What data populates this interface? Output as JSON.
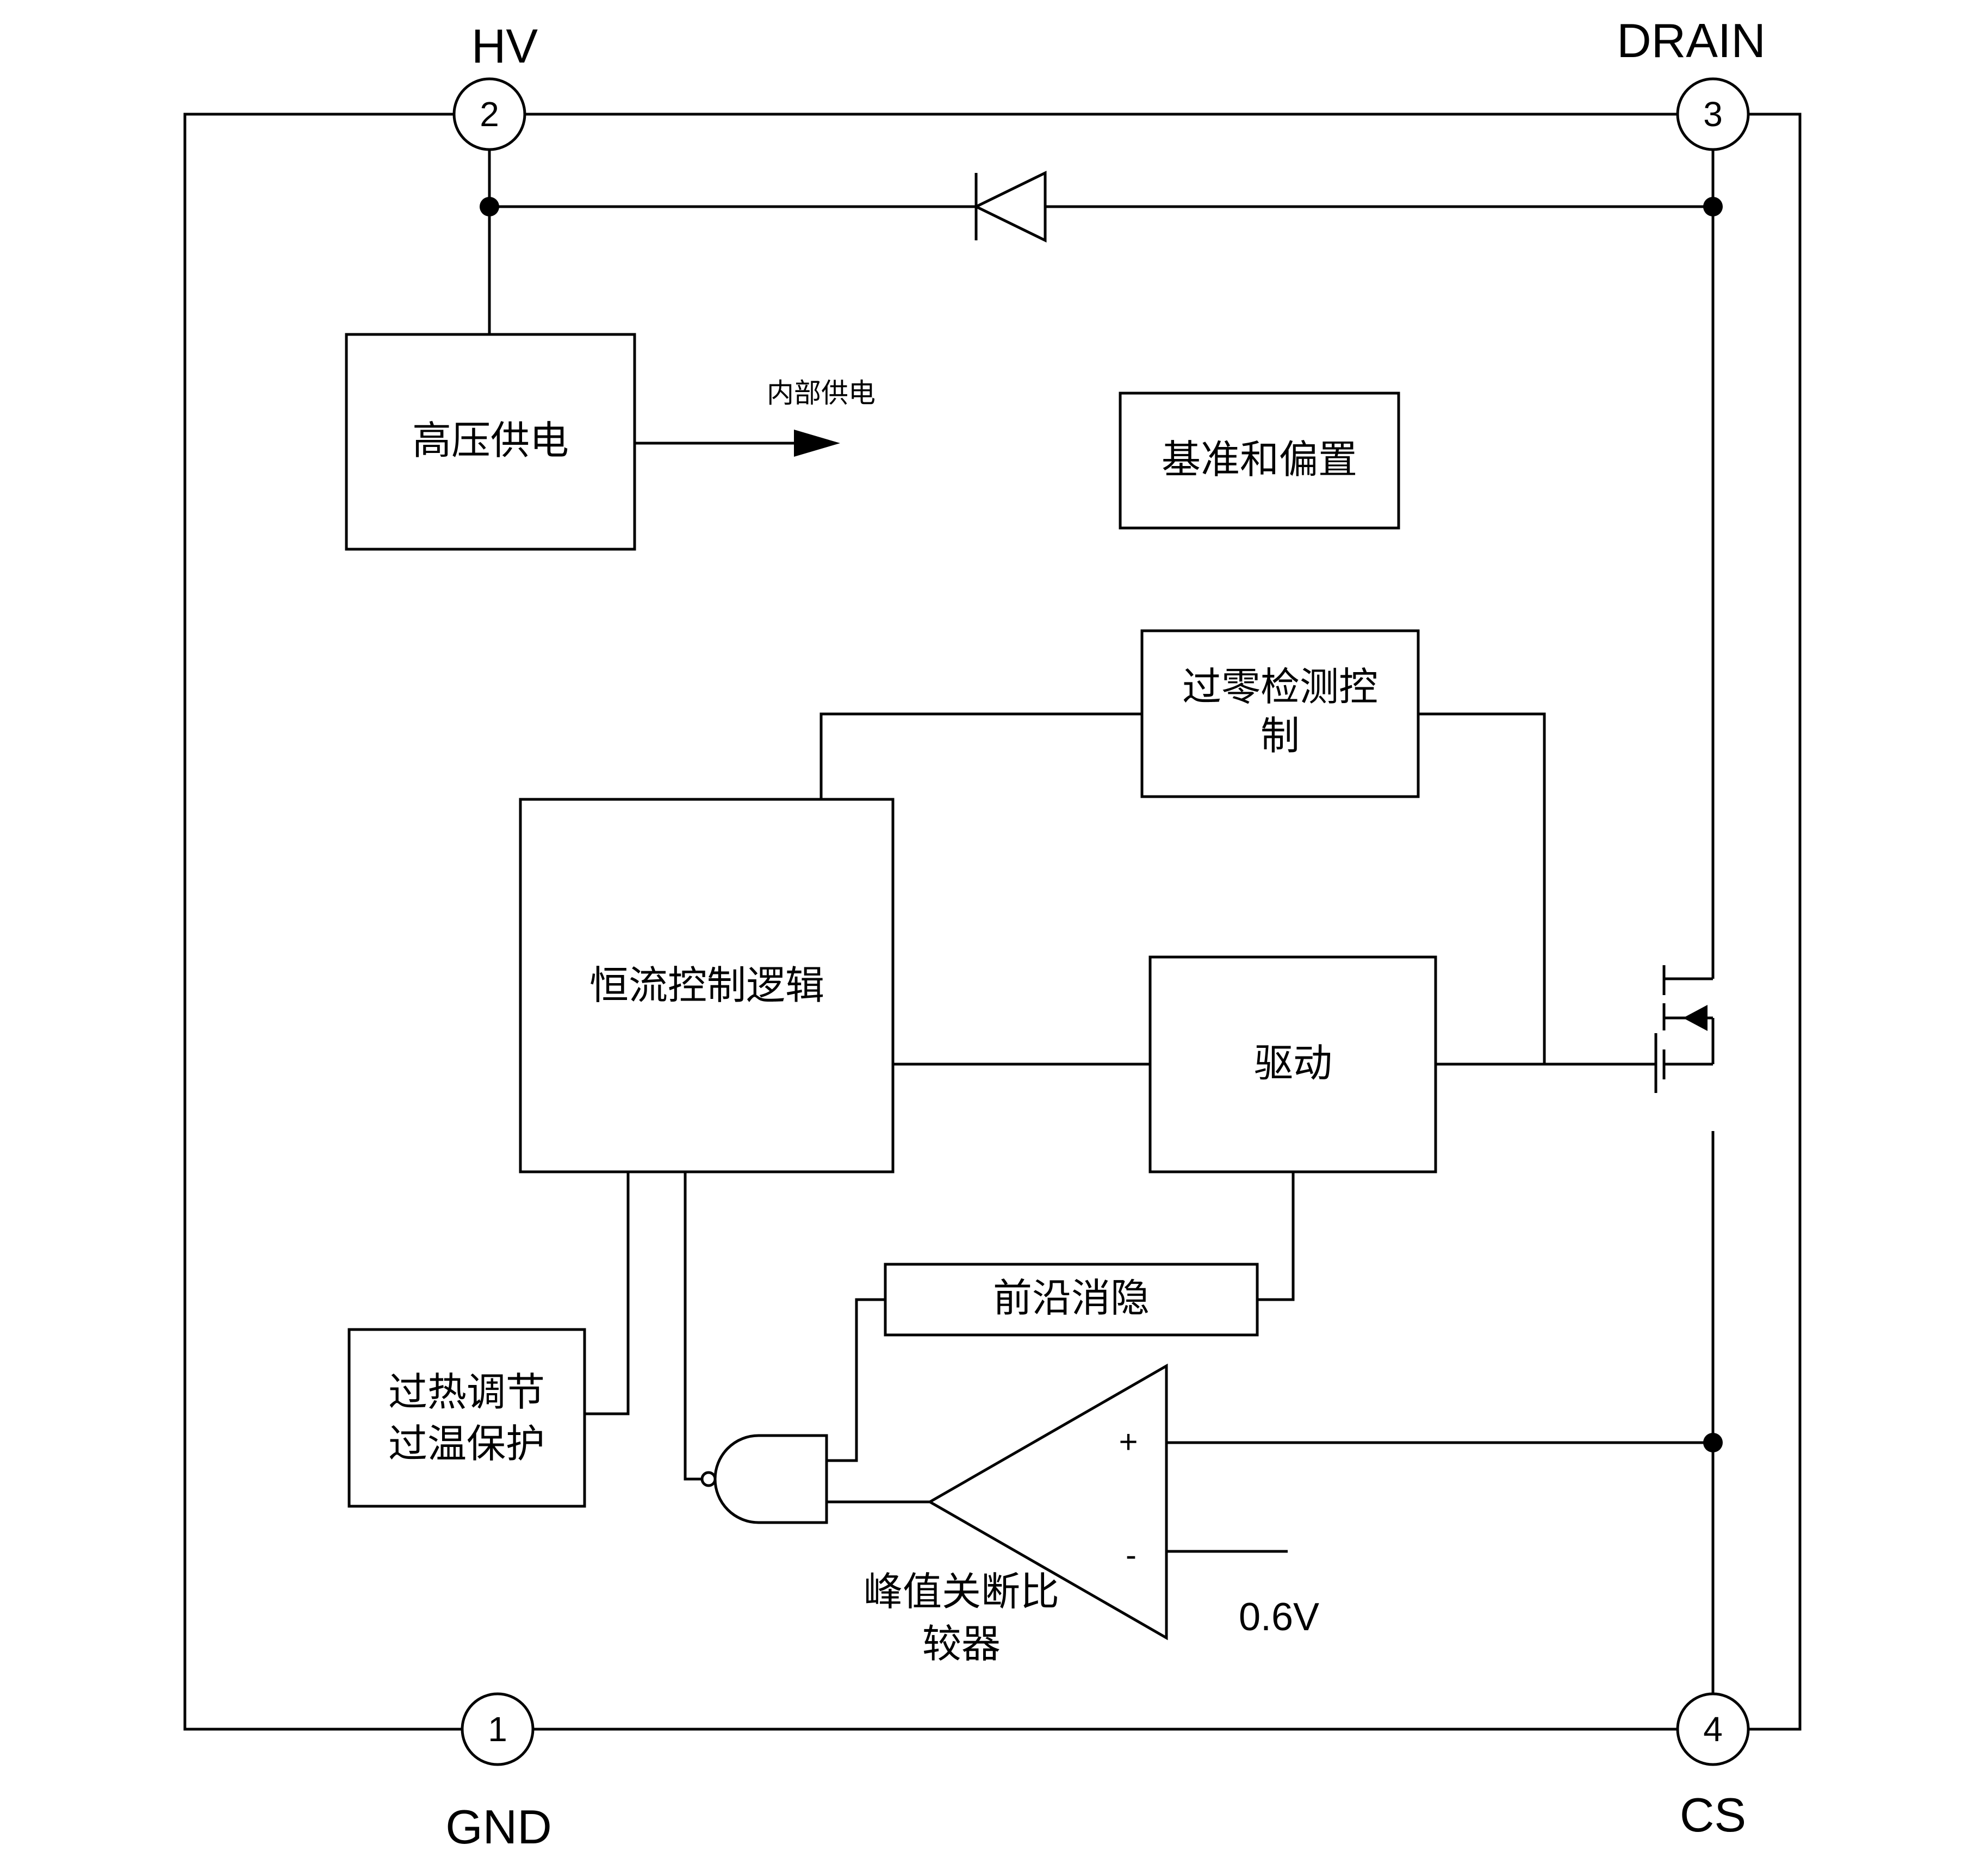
{
  "pins": {
    "hv": {
      "number": "2",
      "name": "HV"
    },
    "drain": {
      "number": "3",
      "name": "DRAIN"
    },
    "gnd": {
      "number": "1",
      "name": "GND"
    },
    "cs": {
      "number": "4",
      "name": "CS"
    }
  },
  "blocks": {
    "hv_supply": "高压供电",
    "internal_supply": "内部供电",
    "reference_bias": "基准和偏置",
    "zero_cross_line1": "过零检测控",
    "zero_cross_line2": "制",
    "cc_logic": "恒流控制逻辑",
    "driver": "驱动",
    "leb": "前沿消隐",
    "otp_line1": "过热调节",
    "otp_line2": "过温保护",
    "comparator_line1": "峰值关断比",
    "comparator_line2": "较器"
  },
  "comparator": {
    "plus": "+",
    "minus": "-",
    "ref_voltage": "0.6V"
  }
}
